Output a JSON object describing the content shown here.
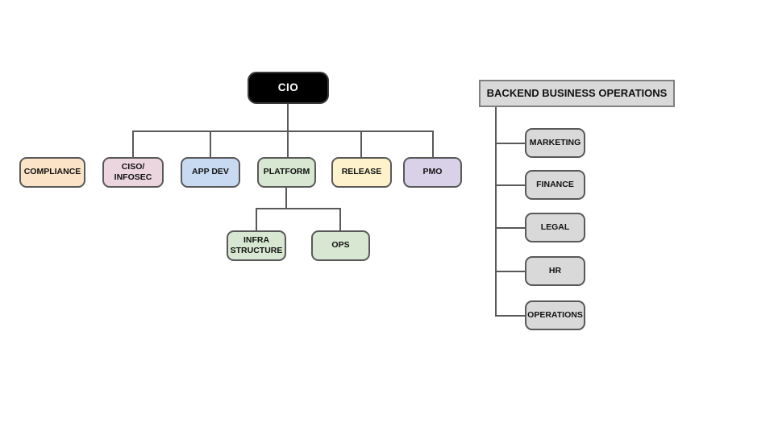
{
  "diagram": {
    "type": "org-chart",
    "root": {
      "label": "CIO"
    },
    "departments": [
      {
        "label": "COMPLIANCE",
        "connected_to_root": false
      },
      {
        "label": "CISO/ INFOSEC",
        "connected_to_root": true
      },
      {
        "label": "APP DEV",
        "connected_to_root": true
      },
      {
        "label": "PLATFORM",
        "connected_to_root": true
      },
      {
        "label": "RELEASE",
        "connected_to_root": true
      },
      {
        "label": "PMO",
        "connected_to_root": true
      }
    ],
    "platform_children": [
      {
        "label": "INFRA STRUCTURE"
      },
      {
        "label": "OPS"
      }
    ],
    "backend": {
      "title": "BACKEND BUSINESS OPERATIONS",
      "items": [
        {
          "label": "MARKETING"
        },
        {
          "label": "FINANCE"
        },
        {
          "label": "LEGAL"
        },
        {
          "label": "HR"
        },
        {
          "label": "OPERATIONS"
        }
      ]
    },
    "colors": {
      "cio_bg": "#000000",
      "cio_text": "#FFFFFF",
      "compliance_bg": "#FBE3C7",
      "ciso_bg": "#EBD5DF",
      "app_dev_bg": "#C8DAF2",
      "platform_bg": "#D7E7D1",
      "release_bg": "#FEF2CC",
      "pmo_bg": "#D8D1E7",
      "backend_bg": "#D9D9D9",
      "connector": "#595959"
    }
  }
}
